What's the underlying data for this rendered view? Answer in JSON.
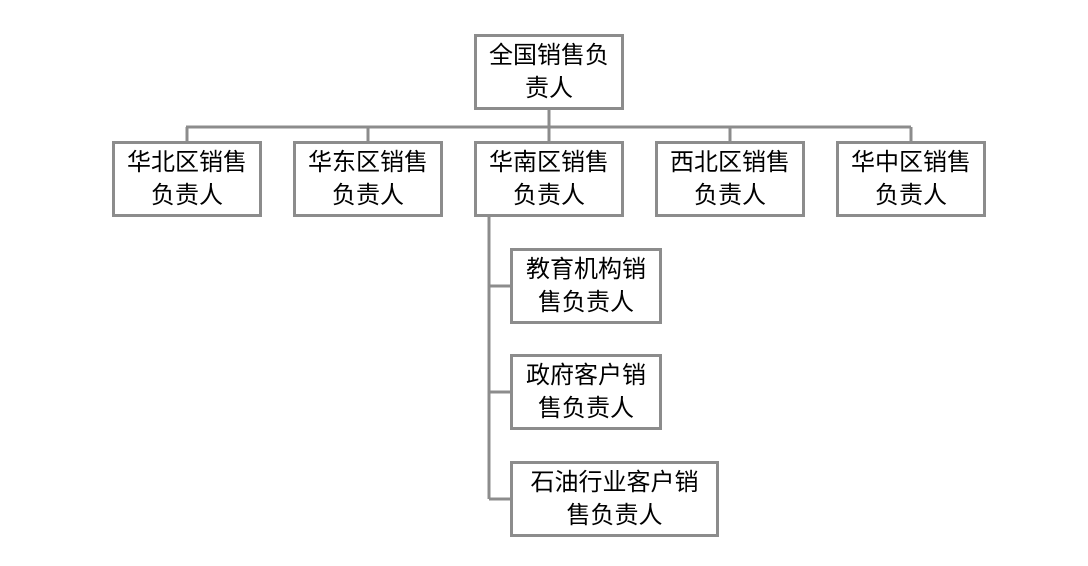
{
  "org_chart": {
    "root": {
      "label": "全国销售负\n责人"
    },
    "regions": [
      {
        "label": "华北区销售\n负责人"
      },
      {
        "label": "华东区销售\n负责人"
      },
      {
        "label": "华南区销售\n负责人"
      },
      {
        "label": "西北区销售\n负责人"
      },
      {
        "label": "华中区销售\n负责人"
      }
    ],
    "south_children": [
      {
        "label": "教育机构销\n售负责人"
      },
      {
        "label": "政府客户销\n售负责人"
      },
      {
        "label": "石油行业客户销\n售负责人"
      }
    ]
  },
  "colors": {
    "border": "#8c8c8c",
    "line": "#8c8c8c",
    "text": "#000000",
    "background": "#ffffff"
  }
}
